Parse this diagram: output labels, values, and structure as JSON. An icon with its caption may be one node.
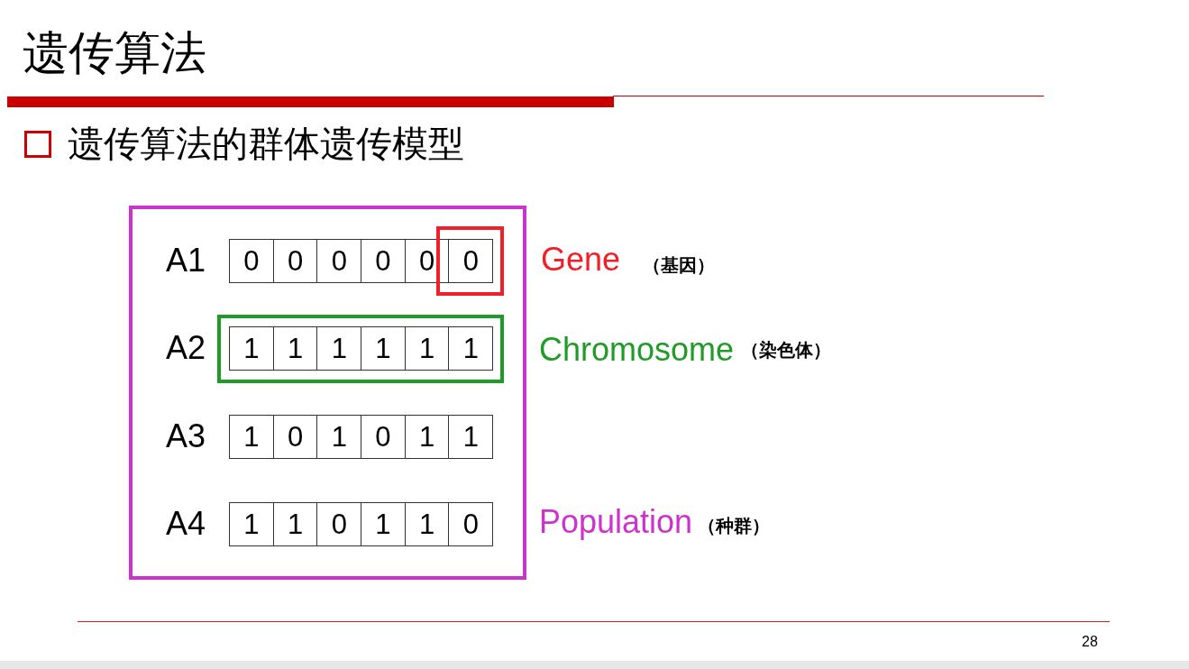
{
  "diagram": {
    "title": "遗传算法",
    "nodes": [
      {
        "text": [],
        "shape": "box",
        "beside": [
          "Population",
          "（种群）"
        ]
      },
      {
        "text": [
          "0"
        ],
        "in": 0
      },
      {
        "text": [
          "0"
        ],
        "in": 0
      },
      {
        "text": [
          "0"
        ],
        "in": 0
      },
      {
        "text": [
          "0"
        ],
        "in": 0
      },
      {
        "text": [
          "0"
        ],
        "in": 0
      },
      {
        "text": [],
        "shape": "box",
        "in": 0,
        "beside": [
          "Gene",
          "（基因）"
        ]
      },
      {
        "text": [
          "0"
        ],
        "in": 6
      },
      {
        "text": [],
        "shape": "box",
        "in": 0,
        "beside": [
          "Chromosome",
          "（染色体）"
        ]
      },
      {
        "text": [
          "1"
        ],
        "in": 8
      },
      {
        "text": [
          "1"
        ],
        "in": 8
      },
      {
        "text": [
          "1"
        ],
        "in": 8
      },
      {
        "text": [
          "1"
        ],
        "in": 8
      },
      {
        "text": [
          "1"
        ],
        "in": 8
      },
      {
        "text": [
          "1"
        ],
        "in": 8
      },
      {
        "text": [
          "1"
        ],
        "in": 0
      },
      {
        "text": [
          "0"
        ],
        "in": 0
      },
      {
        "text": [
          "1"
        ],
        "in": 0
      },
      {
        "text": [
          "0"
        ],
        "in": 0
      },
      {
        "text": [
          "1"
        ],
        "in": 0
      },
      {
        "text": [
          "1"
        ],
        "in": 0
      },
      {
        "text": [
          "1"
        ],
        "in": 0
      },
      {
        "text": [
          "1"
        ],
        "in": 0
      },
      {
        "text": [
          "0"
        ],
        "in": 0
      },
      {
        "text": [
          "1"
        ],
        "in": 0
      },
      {
        "text": [
          "1"
        ],
        "in": 0
      },
      {
        "text": [
          "0"
        ],
        "in": 0
      }
    ],
    "labels": [
      "遗传算法的群体遗传模型",
      "A1",
      "A2",
      "A3",
      "A4",
      "28"
    ]
  }
}
